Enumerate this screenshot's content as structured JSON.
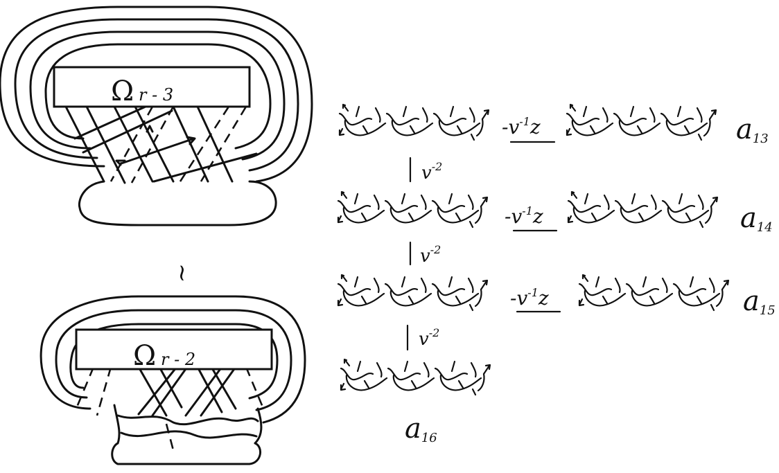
{
  "left_diagrams": {
    "top_box": {
      "symbol": "Ω",
      "subscript": "r - 3"
    },
    "bottom_box": {
      "symbol": "Ω",
      "subscript": "r - 2"
    },
    "equivalence": "~"
  },
  "skein_relations": {
    "coefficient": "-v",
    "coefficient_exponent": "-1",
    "coefficient_tail": "z",
    "vertical_coefficient": "v",
    "vertical_exponent": "-2"
  },
  "row_labels": {
    "a13": {
      "base": "a",
      "index": "13"
    },
    "a14": {
      "base": "a",
      "index": "14"
    },
    "a15": {
      "base": "a",
      "index": "15"
    },
    "a16": {
      "base": "a",
      "index": "16"
    }
  }
}
